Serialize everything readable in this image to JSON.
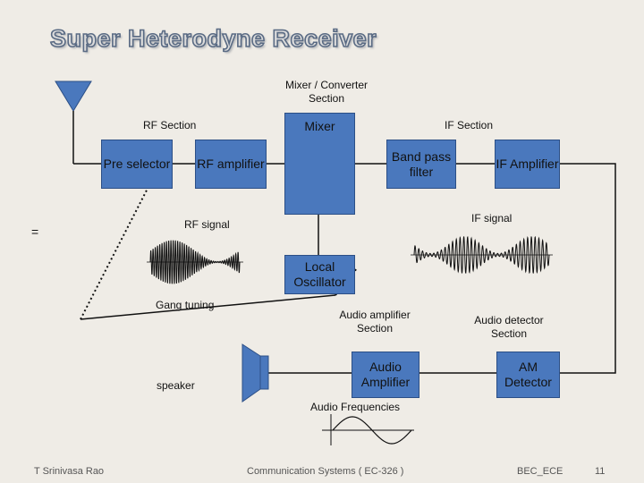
{
  "title": "Super Heterodyne Receiver",
  "labels": {
    "mixer_converter_section": "Mixer / Converter Section",
    "rf_section": "RF Section",
    "if_section": "IF Section",
    "mixer": "Mixer",
    "rf_signal": "RF signal",
    "if_signal": "IF signal",
    "gang_tuning": "Gang tuning",
    "audio_amplifier_section": "Audio amplifier Section",
    "audio_detector_section": "Audio detector Section",
    "speaker": "speaker",
    "audio_frequencies": "Audio Frequencies",
    "ground_marker": "="
  },
  "blocks": {
    "pre_selector": "Pre selector",
    "rf_amplifier": "RF amplifier",
    "band_pass_filter": "Band pass filter",
    "if_amplifier": "IF Amplifier",
    "local_oscillator": "Local Oscillator",
    "audio_amplifier": "Audio Amplifier",
    "am_detector": "AM Detector"
  },
  "footer": {
    "author": "T Srinivasa Rao",
    "course": "Communication Systems ( EC-326 )",
    "dept": "BEC_ECE",
    "page": "11"
  },
  "colors": {
    "block_fill": "#4a78bd",
    "background": "#efece6",
    "line": "#111111"
  },
  "icons": [
    "antenna-icon",
    "mixer-symbol-icon",
    "speaker-icon"
  ]
}
